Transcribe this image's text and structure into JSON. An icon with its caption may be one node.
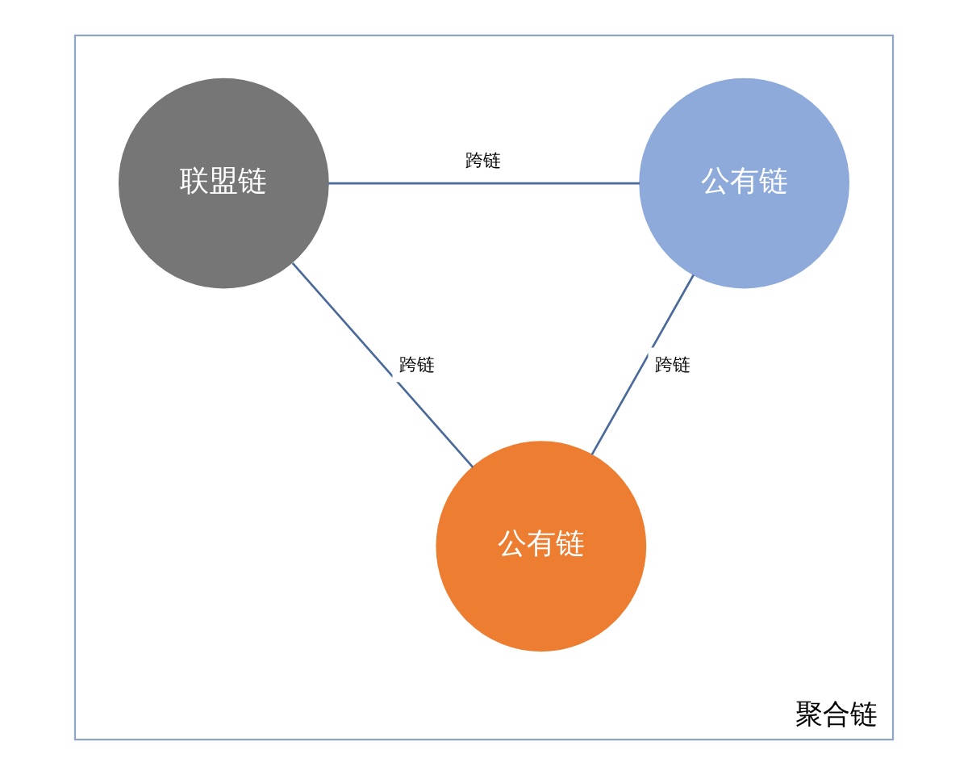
{
  "diagram": {
    "nodes": [
      {
        "text": [
          "聚合链"
        ]
      },
      {
        "text": [
          "联盟链"
        ],
        "in": 0
      },
      {
        "text": [
          "公有链"
        ],
        "in": 0
      },
      {
        "text": [
          "公有链"
        ],
        "in": 0
      }
    ],
    "edges": [
      {
        "from": 1,
        "to": 2,
        "arrow": "none",
        "label": "跨链"
      },
      {
        "from": 1,
        "to": 3,
        "arrow": "none",
        "label": "跨链"
      },
      {
        "from": 2,
        "to": 3,
        "arrow": "none",
        "label": "跨链"
      }
    ]
  }
}
